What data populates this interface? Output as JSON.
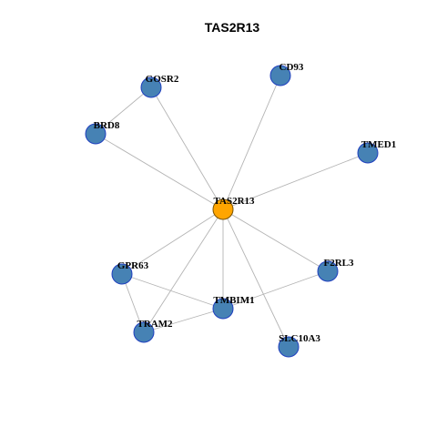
{
  "title": "TAS2R13",
  "colors": {
    "hub_fill": "#ffa500",
    "hub_stroke": "#7a5200",
    "node_fill": "#4682b4",
    "node_stroke": "#1f3fbf",
    "edge": "#b4b4b4",
    "background": "#ffffff"
  },
  "nodes": [
    {
      "id": "TAS2R13",
      "label": "TAS2R13",
      "hub": true
    },
    {
      "id": "GOSR2",
      "label": "GOSR2"
    },
    {
      "id": "CD93",
      "label": "CD93"
    },
    {
      "id": "BRD8",
      "label": "BRD8"
    },
    {
      "id": "TMED1",
      "label": "TMED1"
    },
    {
      "id": "GPR63",
      "label": "GPR63"
    },
    {
      "id": "F2RL3",
      "label": "F2RL3"
    },
    {
      "id": "TMBIM1",
      "label": "TMBIM1"
    },
    {
      "id": "TRAM2",
      "label": "TRAM2"
    },
    {
      "id": "SLC10A3",
      "label": "SLC10A3"
    }
  ],
  "edges": [
    [
      "TAS2R13",
      "GOSR2"
    ],
    [
      "TAS2R13",
      "CD93"
    ],
    [
      "TAS2R13",
      "BRD8"
    ],
    [
      "TAS2R13",
      "TMED1"
    ],
    [
      "TAS2R13",
      "GPR63"
    ],
    [
      "TAS2R13",
      "F2RL3"
    ],
    [
      "TAS2R13",
      "TMBIM1"
    ],
    [
      "TAS2R13",
      "TRAM2"
    ],
    [
      "TAS2R13",
      "SLC10A3"
    ],
    [
      "GOSR2",
      "BRD8"
    ],
    [
      "GPR63",
      "TMBIM1"
    ],
    [
      "GPR63",
      "TRAM2"
    ],
    [
      "TRAM2",
      "TMBIM1"
    ],
    [
      "TMBIM1",
      "F2RL3"
    ]
  ]
}
